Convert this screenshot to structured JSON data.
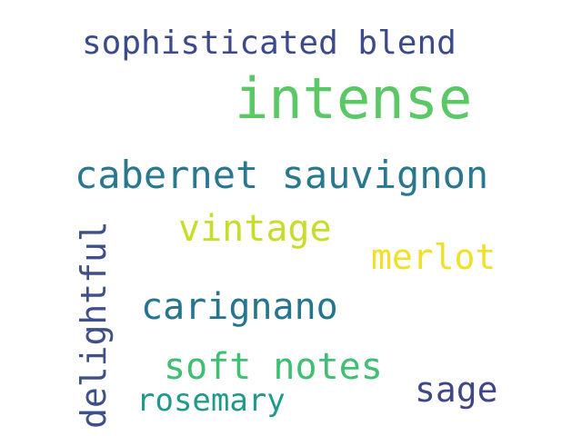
{
  "words": [
    {
      "text": "sophisticated blend",
      "color": "#3b4a8c"
    },
    {
      "text": "intense",
      "color": "#5ac864"
    },
    {
      "text": "cabernet sauvignon",
      "color": "#2a788e"
    },
    {
      "text": "vintage",
      "color": "#c8dc2a"
    },
    {
      "text": "merlot",
      "color": "#f0e02a"
    },
    {
      "text": "carignano",
      "color": "#26758e"
    },
    {
      "text": "soft notes",
      "color": "#3fbf72"
    },
    {
      "text": "sage",
      "color": "#3f4788"
    },
    {
      "text": "rosemary",
      "color": "#1f9a8a"
    },
    {
      "text": "delightful",
      "color": "#3e4f8a"
    }
  ]
}
